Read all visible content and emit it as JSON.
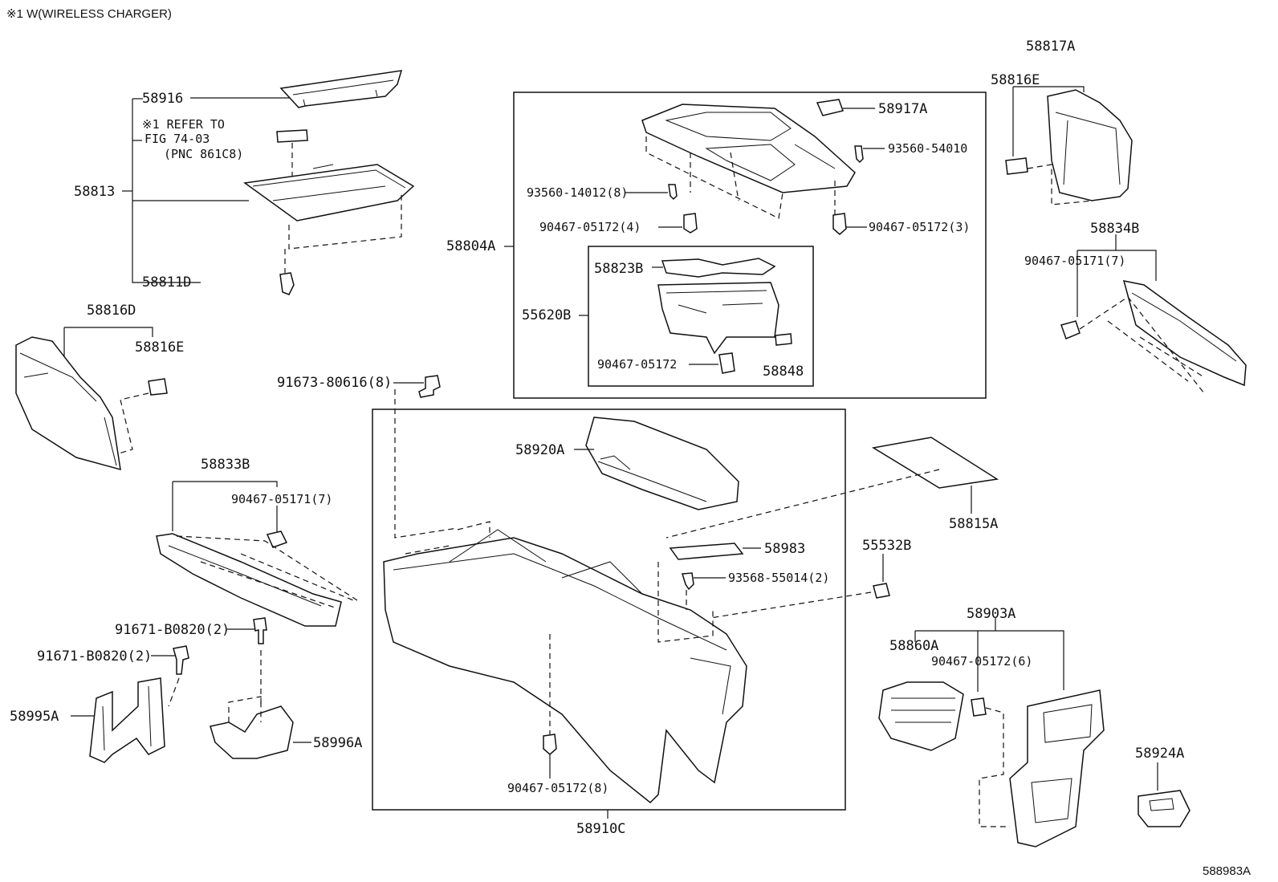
{
  "note": "※1 W(WIRELESS CHARGER)",
  "figure_id": "588983A",
  "refer_note": {
    "line1": "※1 REFER TO",
    "line2": "FIG 74-03",
    "line3": "(PNC 861C8)"
  },
  "labels": {
    "p58916": "58916",
    "p58813": "58813",
    "p58811D": "58811D",
    "p58816D": "58816D",
    "p58816E_left": "58816E",
    "p58833B": "58833B",
    "p90467_05171_left": "90467-05171(7)",
    "p91673": "91673-80616(8)",
    "p91671_a": "91671-B0820(2)",
    "p91671_b": "91671-B0820(2)",
    "p58995A": "58995A",
    "p58996A": "58996A",
    "p58804A": "58804A",
    "p58917A": "58917A",
    "p93560_54010": "93560-54010",
    "p93560_14012": "93560-14012(8)",
    "p90467_05172_4": "90467-05172(4)",
    "p90467_05172_3": "90467-05172(3)",
    "p58823B": "58823B",
    "p55620B": "55620B",
    "p90467_05172": "90467-05172",
    "p58848": "58848",
    "p58920A": "58920A",
    "p58983": "58983",
    "p93568": "93568-55014(2)",
    "p90467_05172_8": "90467-05172(8)",
    "p58910C": "58910C",
    "p58817A": "58817A",
    "p58816E_right": "58816E",
    "p58834B": "58834B",
    "p90467_05171_right": "90467-05171(7)",
    "p58815A": "58815A",
    "p55532B": "55532B",
    "p58903A": "58903A",
    "p58860A": "58860A",
    "p90467_05172_6": "90467-05172(6)",
    "p58924A": "58924A"
  }
}
